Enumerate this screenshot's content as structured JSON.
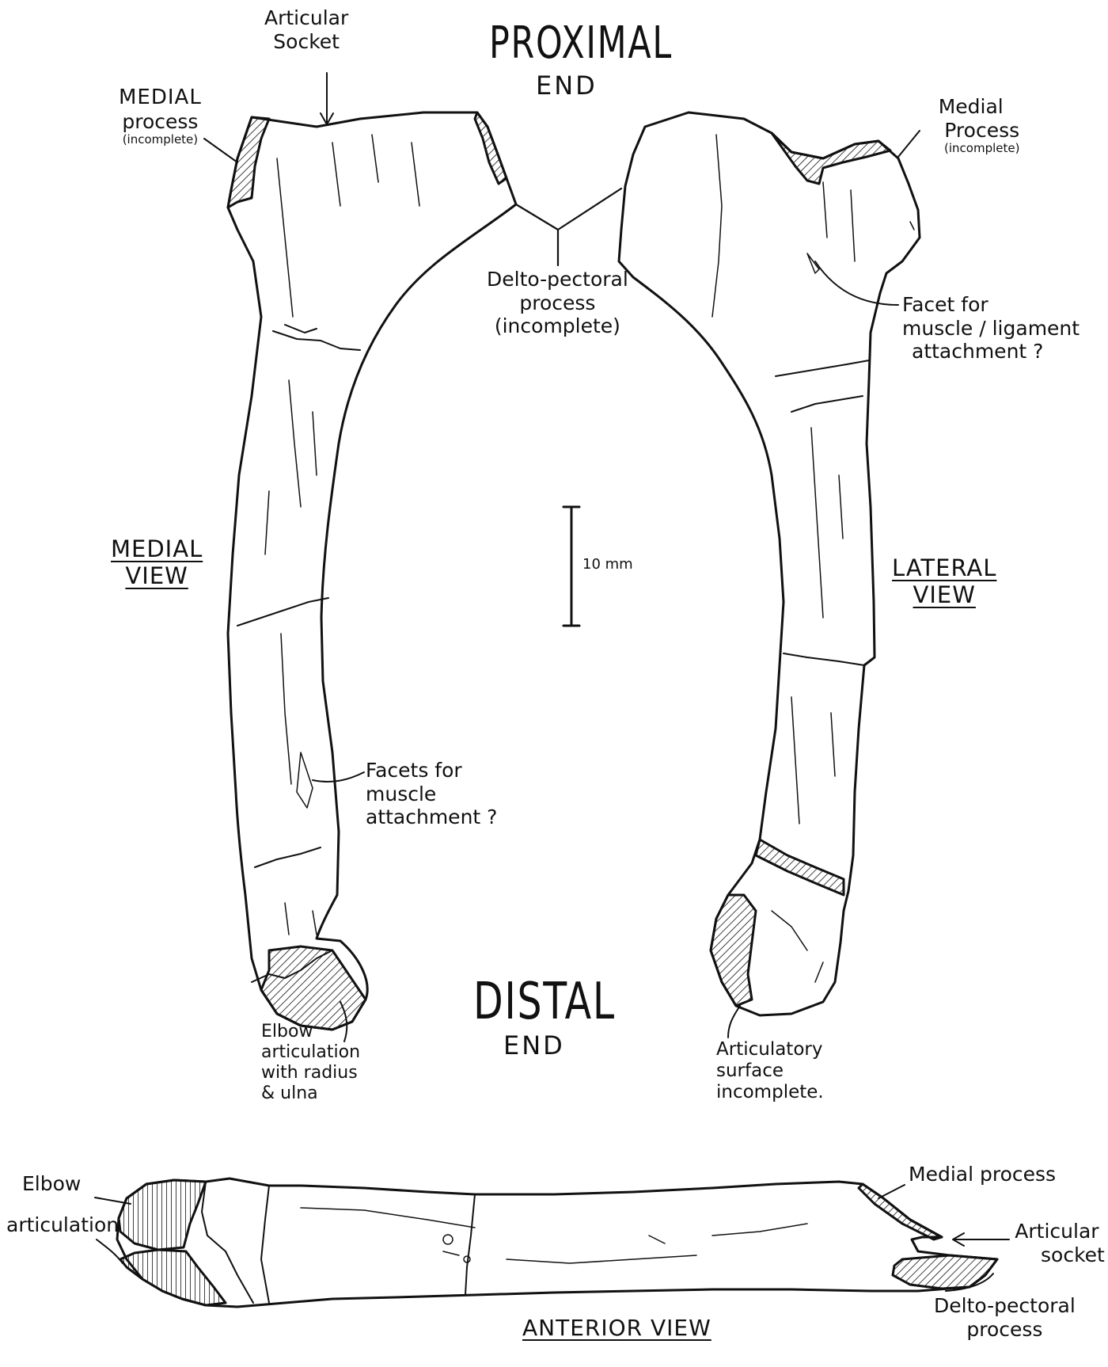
{
  "labels": {
    "proximal": "PROXIMAL",
    "proximal_end": "END",
    "distal": "DISTAL",
    "distal_end": "END",
    "articular_socket_top": [
      "Articular",
      "Socket"
    ],
    "medial_process_left": [
      "MEDIAL",
      "process",
      "(incomplete)"
    ],
    "medial_process_right": [
      "Medial",
      "Process",
      "(incomplete)"
    ],
    "delto_pectoral_top": [
      "Delto-pectoral",
      "process",
      "(incomplete)"
    ],
    "facet_right": [
      "Facet for",
      "muscle / ligament",
      "attachment ?"
    ],
    "medial_view": [
      "MEDIAL",
      "VIEW"
    ],
    "lateral_view": [
      "LATERAL",
      "VIEW"
    ],
    "scale": "10 mm",
    "facets_left": [
      "Facets for",
      "muscle",
      "attachment ?"
    ],
    "elbow_articulation_left": [
      "Elbow",
      "articulation",
      "with radius",
      "& ulna"
    ],
    "articulatory_surface": [
      "Articulatory",
      "surface",
      "incomplete."
    ],
    "elbow_bottom": "Elbow",
    "articulation_bottom": "articulation",
    "medial_process_bottom": "Medial process",
    "articular_socket_bottom": [
      "Articular",
      "socket"
    ],
    "anterior_view": "ANTERIOR VIEW",
    "delto_pectoral_bottom": [
      "Delto-pectoral",
      "process"
    ]
  }
}
